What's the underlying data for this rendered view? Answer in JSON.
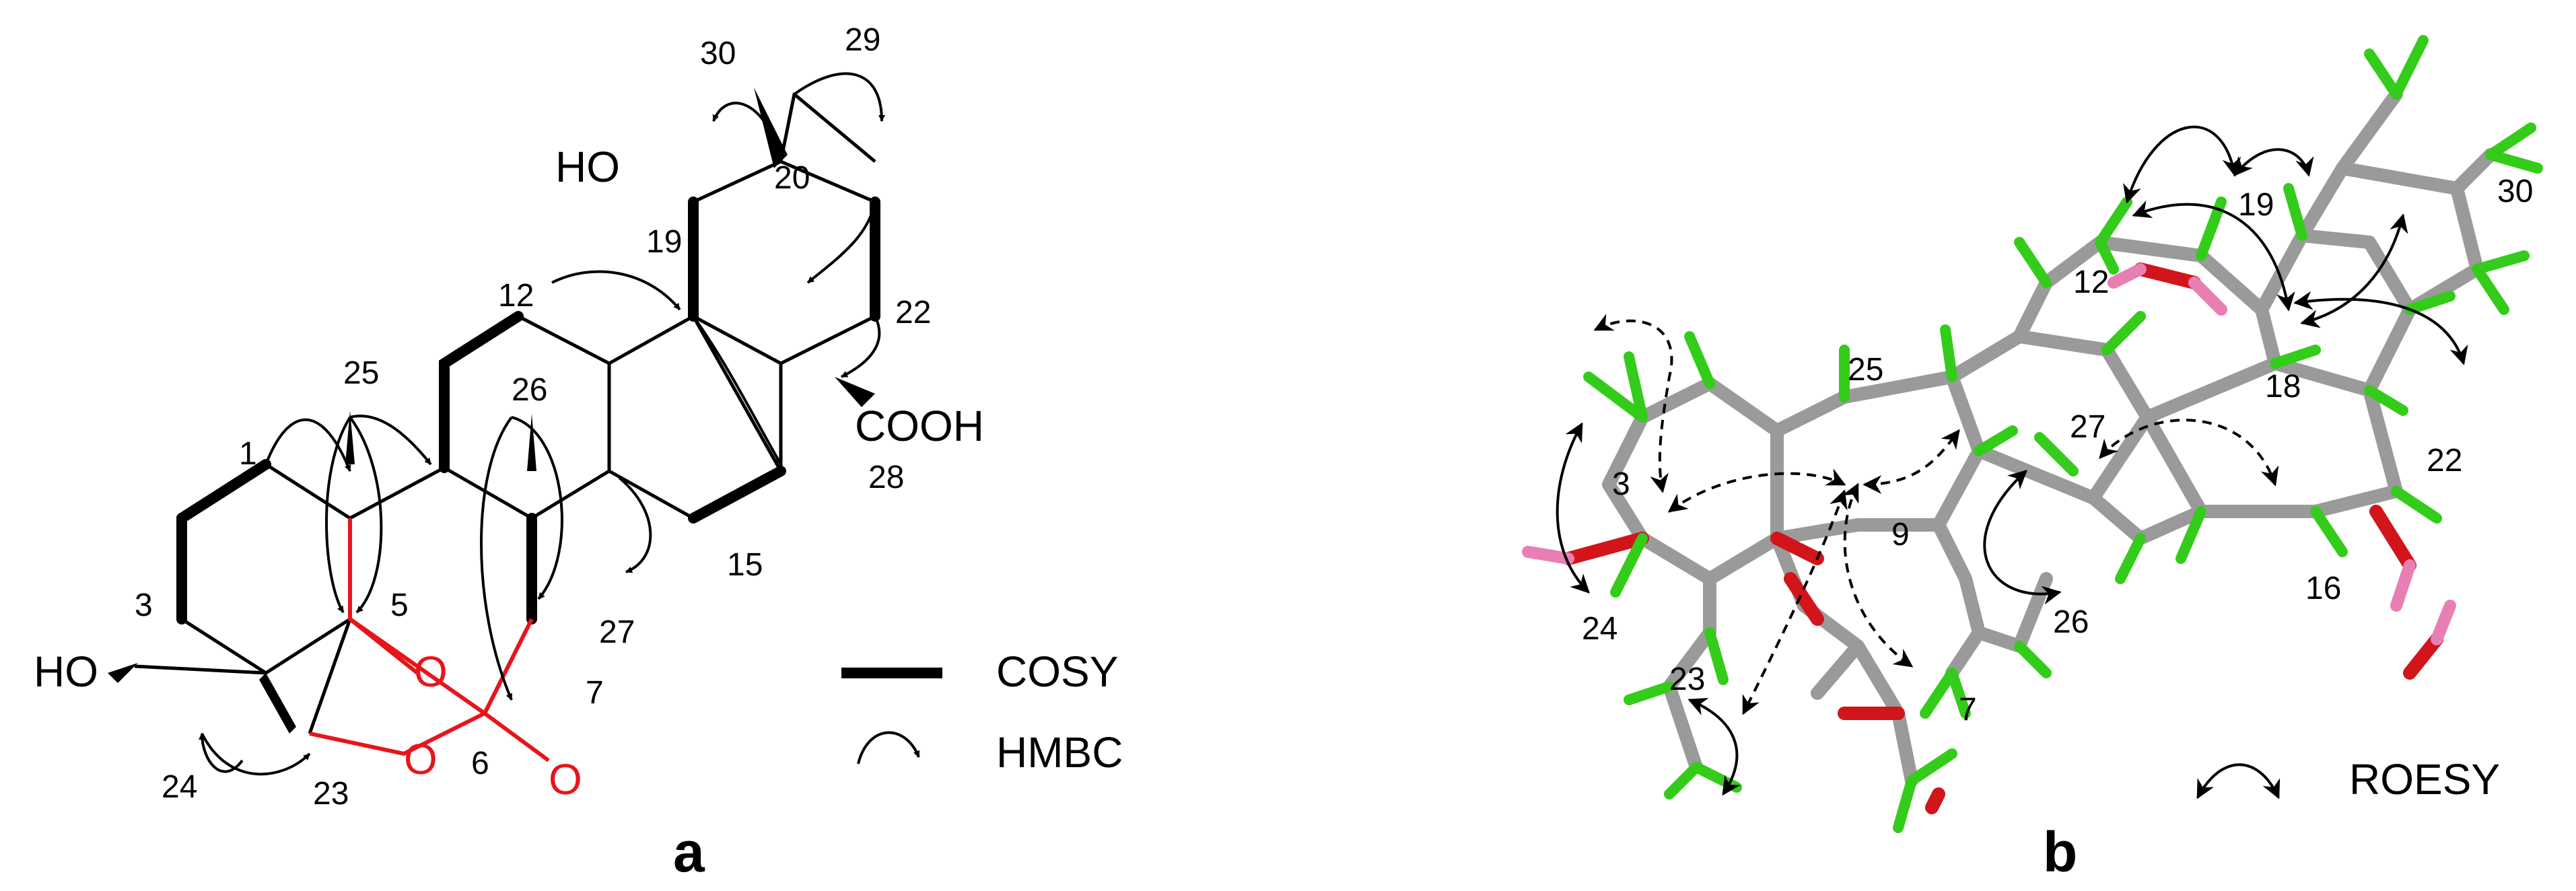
{
  "panel_a": {
    "letter": "a",
    "atom_labels": {
      "c1": "1",
      "c3": "3",
      "c5": "5",
      "c6": "6",
      "c7": "7",
      "c12": "12",
      "c15": "15",
      "c19": "19",
      "c20": "20",
      "c22": "22",
      "c23": "23",
      "c24": "24",
      "c25": "25",
      "c26": "26",
      "c27": "27",
      "c28": "28",
      "c29": "29",
      "c30": "30"
    },
    "groups": {
      "ho_3": "HO",
      "ho_19": "HO",
      "cooh": "COOH",
      "o_ketone": "O",
      "o_ring": "O",
      "o_carbonyl": "O"
    },
    "legend": {
      "cosy": "COSY",
      "hmbc": "HMBC"
    }
  },
  "panel_b": {
    "letter": "b",
    "atom_labels": {
      "h3": "3",
      "h7": "7",
      "h9": "9",
      "h12": "12",
      "h16": "16",
      "h18": "18",
      "h19": "19",
      "h22": "22",
      "h23": "23",
      "h24": "24",
      "h25": "25",
      "h26": "26",
      "h27": "27",
      "h30": "30"
    },
    "legend": {
      "roesy": "ROESY"
    }
  },
  "colors": {
    "bond": "#000000",
    "lactone": "#e8141b",
    "carbon": "#9a9a9a",
    "hydrogen": "#33cc1a",
    "oxygen": "#d2141b",
    "oh_h": "#e87fb4"
  }
}
